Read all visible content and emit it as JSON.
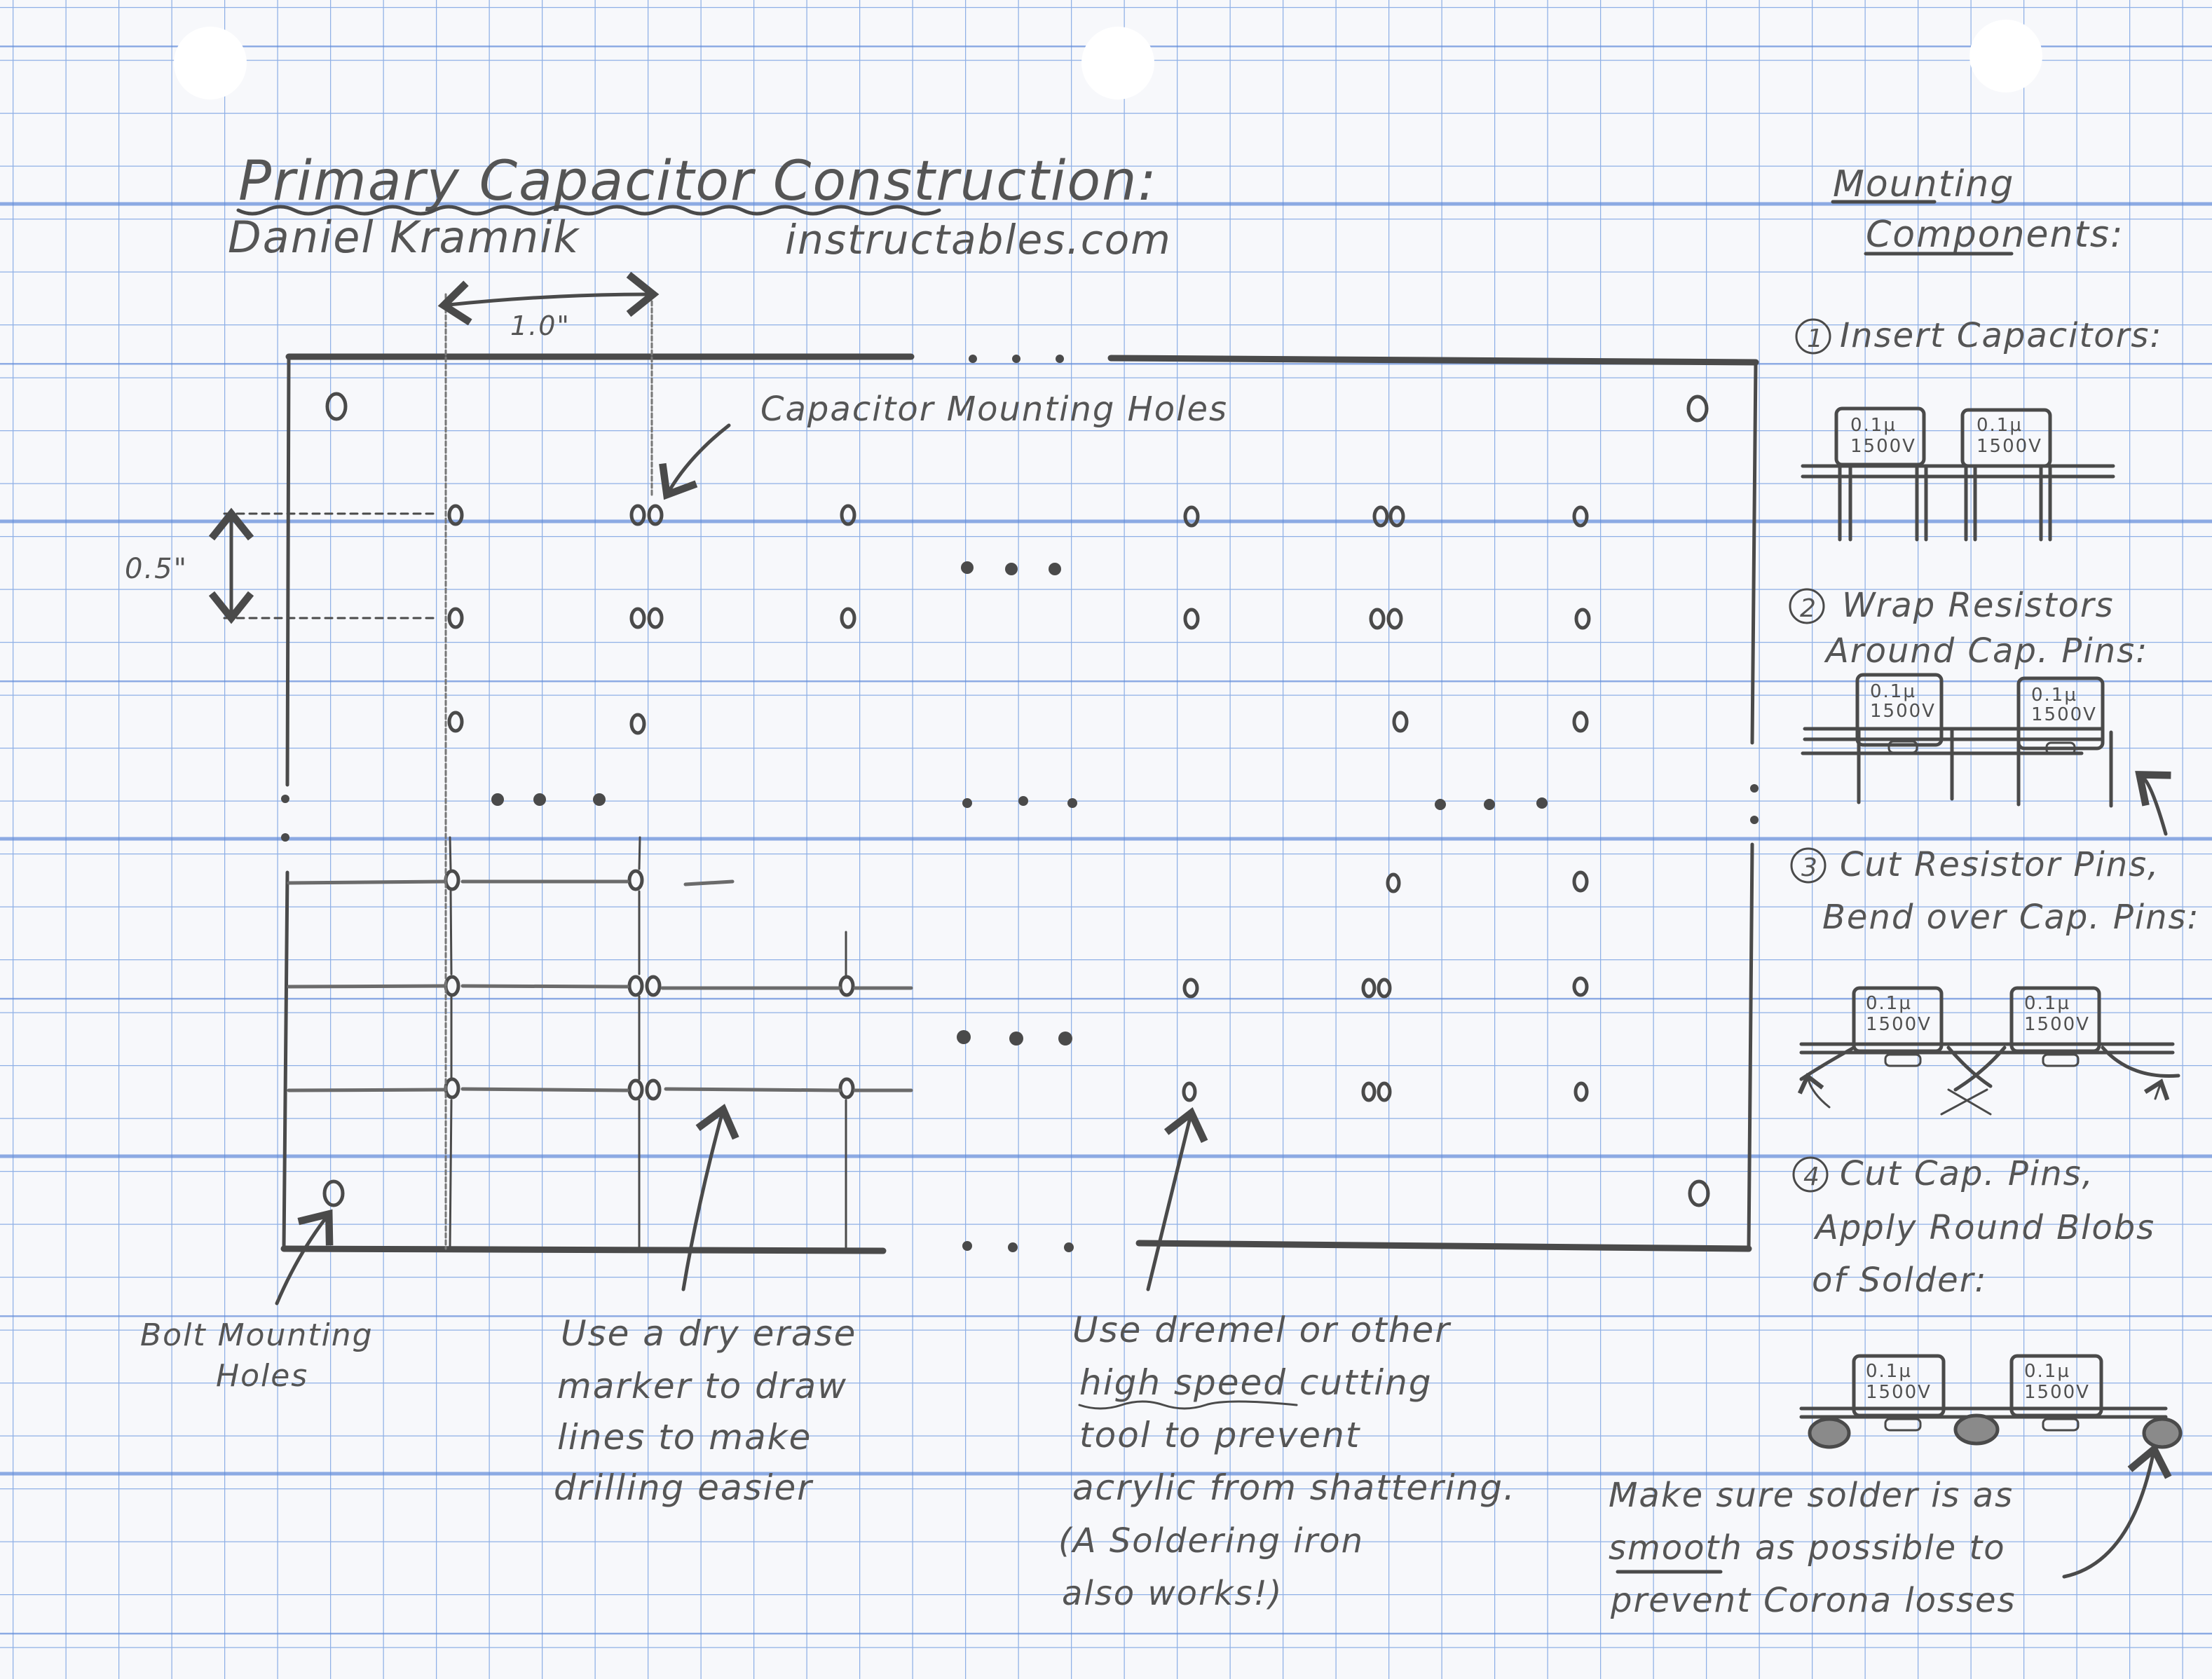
{
  "page": {
    "title": "Primary Capacitor Construction:",
    "author": "Daniel Kramnik",
    "site": "instructables.com",
    "colors": {
      "paper": "#f7f8fb",
      "grid": "#6f97dd",
      "ink": "#4a4a4a"
    }
  },
  "board": {
    "dimension_width_label": "1.0\"",
    "dimension_height_label": "0.5\"",
    "callouts": {
      "capacitor_holes": "Capacitor Mounting Holes",
      "bolt_holes_line1": "Bolt Mounting",
      "bolt_holes_line2": "Holes"
    }
  },
  "notes": {
    "marker": [
      "Use a dry erase",
      "marker to draw",
      "lines to make",
      "drilling easier"
    ],
    "cutting": [
      "Use dremel or other",
      "high speed cutting",
      "tool to prevent",
      "acrylic from shattering.",
      "(A Soldering iron",
      "also works!)"
    ],
    "solder": [
      "Make sure solder is as",
      "smooth as possible to",
      "prevent Corona losses"
    ]
  },
  "mounting": {
    "heading_line1": "Mounting",
    "heading_line2": "Components:",
    "capacitor": {
      "value": "0.1µ",
      "voltage": "1500V"
    },
    "steps": [
      {
        "number": "1",
        "lines": [
          "Insert Capacitors:"
        ]
      },
      {
        "number": "2",
        "lines": [
          "Wrap Resistors",
          "Around Cap. Pins:"
        ]
      },
      {
        "number": "3",
        "lines": [
          "Cut Resistor Pins,",
          "Bend over Cap. Pins:"
        ]
      },
      {
        "number": "4",
        "lines": [
          "Cut Cap. Pins,",
          "Apply Round Blobs",
          "of Solder:"
        ]
      }
    ]
  }
}
